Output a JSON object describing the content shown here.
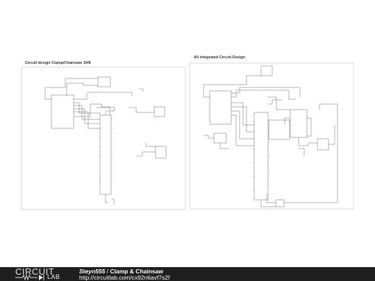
{
  "sheets": {
    "left_title": "Circuit design Clamp/Chainsaw 10/8",
    "right_title": "All integrated Circuit Design"
  },
  "footer": {
    "logo_top": "CIRCUIT",
    "logo_bottom": "LAB",
    "author": "Steyn555",
    "separator": "/",
    "circuit_name": "Clamp & Chainsaw",
    "url": "http://circuitlab.com/cx92n6avf7s2f"
  },
  "colors": {
    "footer_bg": "#1f1f1f",
    "wire": "#555555",
    "frame": "#aaaaaa"
  }
}
